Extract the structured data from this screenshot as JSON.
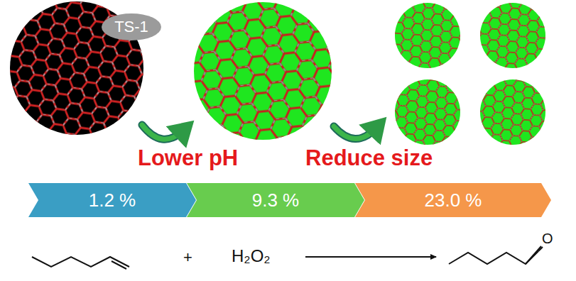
{
  "diagram": {
    "nodes": [
      {
        "text": [
          "TS-1"
        ]
      },
      {
        "text": [
          "1.2 %"
        ]
      },
      {
        "text": [
          "9.3 %"
        ]
      },
      {
        "text": [
          "23.0 %"
        ]
      }
    ],
    "labels": [
      "Lower pH",
      "Reduce size",
      "+",
      "H₂O₂",
      "O"
    ]
  }
}
